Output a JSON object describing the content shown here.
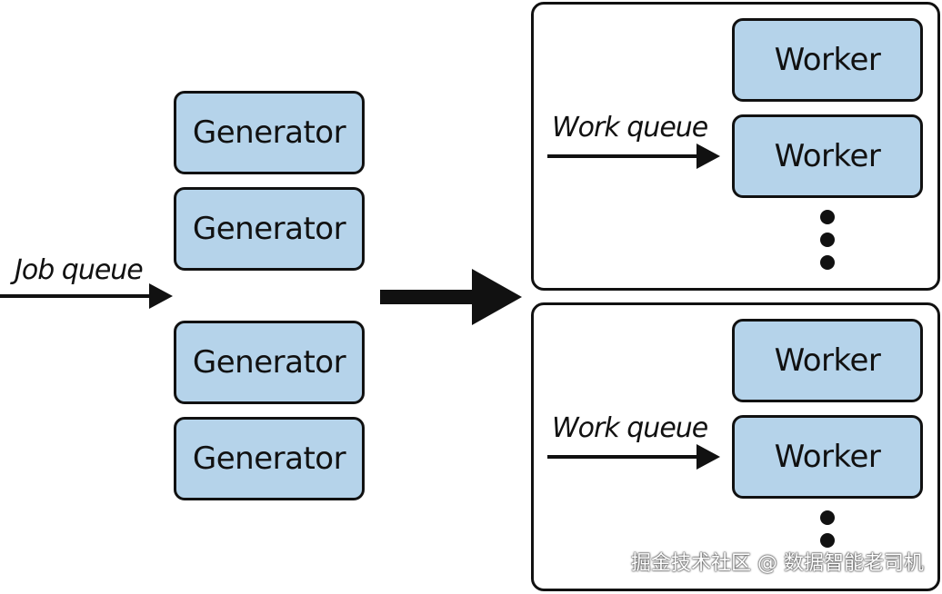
{
  "job_queue_label": "Job queue",
  "generators": [
    "Generator",
    "Generator",
    "Generator",
    "Generator"
  ],
  "panels": [
    {
      "work_queue_label": "Work queue",
      "workers": [
        "Worker",
        "Worker"
      ]
    },
    {
      "work_queue_label": "Work queue",
      "workers": [
        "Worker",
        "Worker"
      ]
    }
  ],
  "watermark": "掘金技术社区 @ 数据智能老司机",
  "colors": {
    "node_fill": "#b5d3ea",
    "stroke": "#111111"
  }
}
